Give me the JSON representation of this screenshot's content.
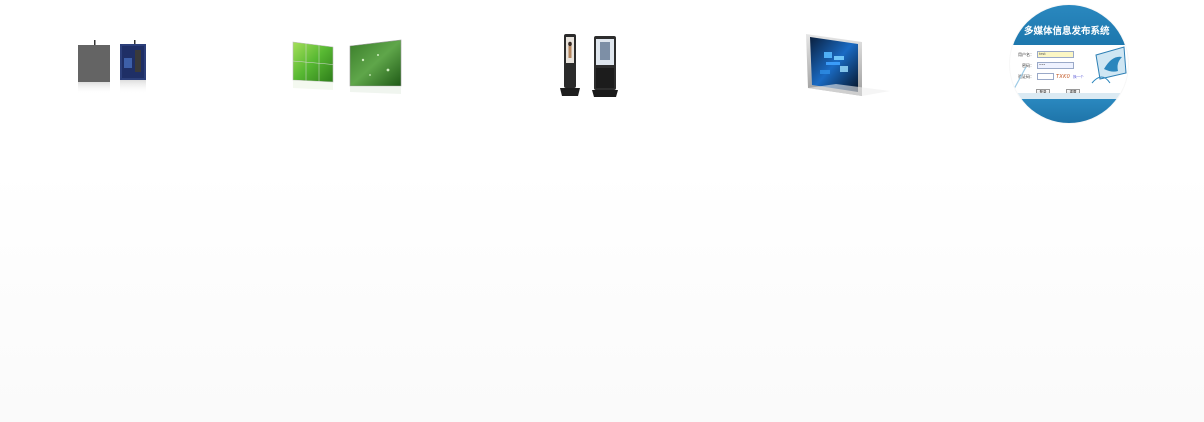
{
  "products": [
    {
      "name": "led-display-cabinet",
      "icon": "led-cabinet-icon"
    },
    {
      "name": "video-wall-splicing",
      "icon": "video-wall-icon"
    },
    {
      "name": "floor-standing-kiosk",
      "icon": "kiosk-icon"
    },
    {
      "name": "wall-mounted-ad-display",
      "icon": "wall-display-icon"
    }
  ],
  "login_preview": {
    "title": "多媒体信息发布系统",
    "username_label": "用户名：",
    "username_value": "test",
    "password_label": "密码：",
    "password_value": "•••",
    "code_label": "验证码：",
    "captcha_text": "TXK0",
    "refresh_label": "换一个",
    "login_button": "登录",
    "reset_button": "重置"
  },
  "colors": {
    "banner_blue": "#1d77ad",
    "username_field": "#fbf6c4",
    "captcha": "#c0531f"
  }
}
